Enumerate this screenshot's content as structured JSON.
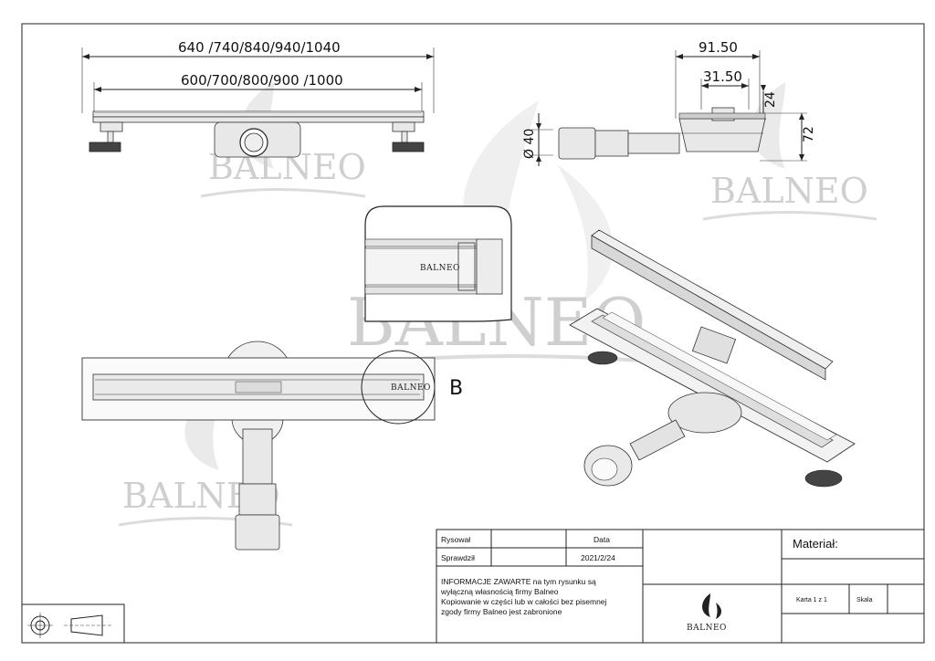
{
  "dimensions": {
    "overall_lengths": "640 /740/840/940/1040",
    "grate_lengths": "600/700/800/900 /1000",
    "width_outer": "91.50",
    "width_inner": "31.50",
    "height_grate": "24",
    "height_total": "72",
    "diameter_outlet": "Ø 40"
  },
  "detail": {
    "label": "B",
    "grate_logo": "BALNEO"
  },
  "watermark": {
    "brand": "BALNEO"
  },
  "title_block": {
    "drawn_label": "Rysował",
    "drawn_value": "",
    "checked_label": "Sprawdził",
    "date_label": "Data",
    "date_value": "2021/2/24",
    "notice_lines": [
      "INFORMACJE ZAWARTE na tym rysunku są",
      "wyłączną własnością firmy Balneo",
      "Kopiowanie w części lub w całości bez pisemnej",
      "zgody firmy Balneo jest zabronione"
    ],
    "company_logo": "BALNEO",
    "material_label": "Materiał:",
    "sheet_label": "Karta 1 z 1",
    "scale_label": "Skala",
    "scale_value": ""
  },
  "colors": {
    "line": "#222222",
    "watermark": "#cfcfcf",
    "part_fill": "#e8e8e8"
  },
  "icons": {
    "projection_symbol": "first-angle-projection-icon",
    "company_mark": "balneo-flame-logo-icon"
  }
}
